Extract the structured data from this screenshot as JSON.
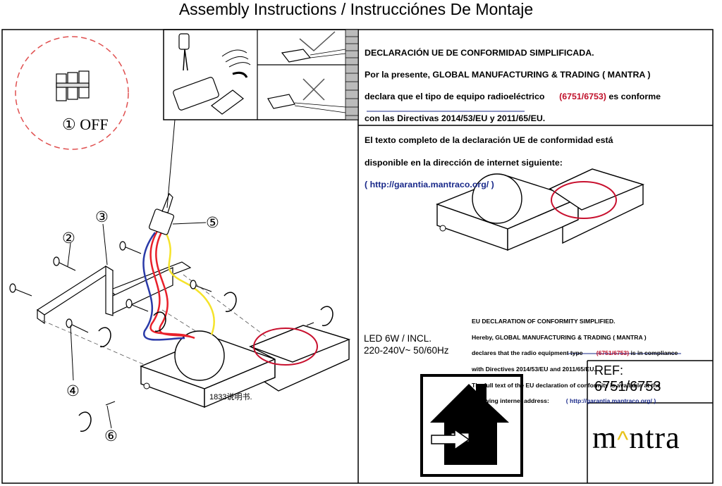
{
  "title": "Assembly Instructions / Instrucciónes De Montaje",
  "step1": {
    "number": "①",
    "label": "OFF"
  },
  "callouts": [
    "②",
    "③",
    "④",
    "⑤",
    "⑥"
  ],
  "spanish_declaration": {
    "line1": "DECLARACIÓN UE DE CONFORMIDAD SIMPLIFICADA.",
    "line2": "Por la presente, GLOBAL MANUFACTURING & TRADING ( MANTRA )",
    "line3a": "declara que el tipo de equipo radioeléctrico",
    "refs": "(6751/6753)",
    "line3b": "es conforme",
    "line4": "con las Directivas 2014/53/EU y 2011/65/EU.",
    "line5": "El texto completo de la declaración UE de conformidad está",
    "line6": "disponible en la dirección de internet siguiente:",
    "url": "( http://garantia.mantraco.org/ )"
  },
  "english_declaration": {
    "line1": "EU DECLARATION OF CONFORMITY SIMPLIFIED.",
    "line2": "Hereby, GLOBAL MANUFACTURING & TRADING ( MANTRA )",
    "line3a": "declares that the radio equipment type",
    "refs": "(6751/6753)",
    "line3b": "is in compliance",
    "line4": "with Directives 2014/53/EU and 2011/65/EU.",
    "line5": "The full text of the EU declaration of conformity is available at the",
    "line6": "following internet address:",
    "url": "( http://garantia.mantraco.org/ )"
  },
  "spec": {
    "line1": "LED  6W  / INCL.",
    "line2": "220-240V~  50/60Hz"
  },
  "ref": {
    "label": "REF:",
    "value": "6751/6753"
  },
  "brand": "m^ntra",
  "chinese_note": "1833说明书.",
  "colors": {
    "wire_red": "#e8202a",
    "wire_blue": "#2a3aa8",
    "wire_yellow": "#f5e32a",
    "ring_red": "#c8102e",
    "circle_dash": "#e05050",
    "url_blue": "#1a2a8a"
  }
}
